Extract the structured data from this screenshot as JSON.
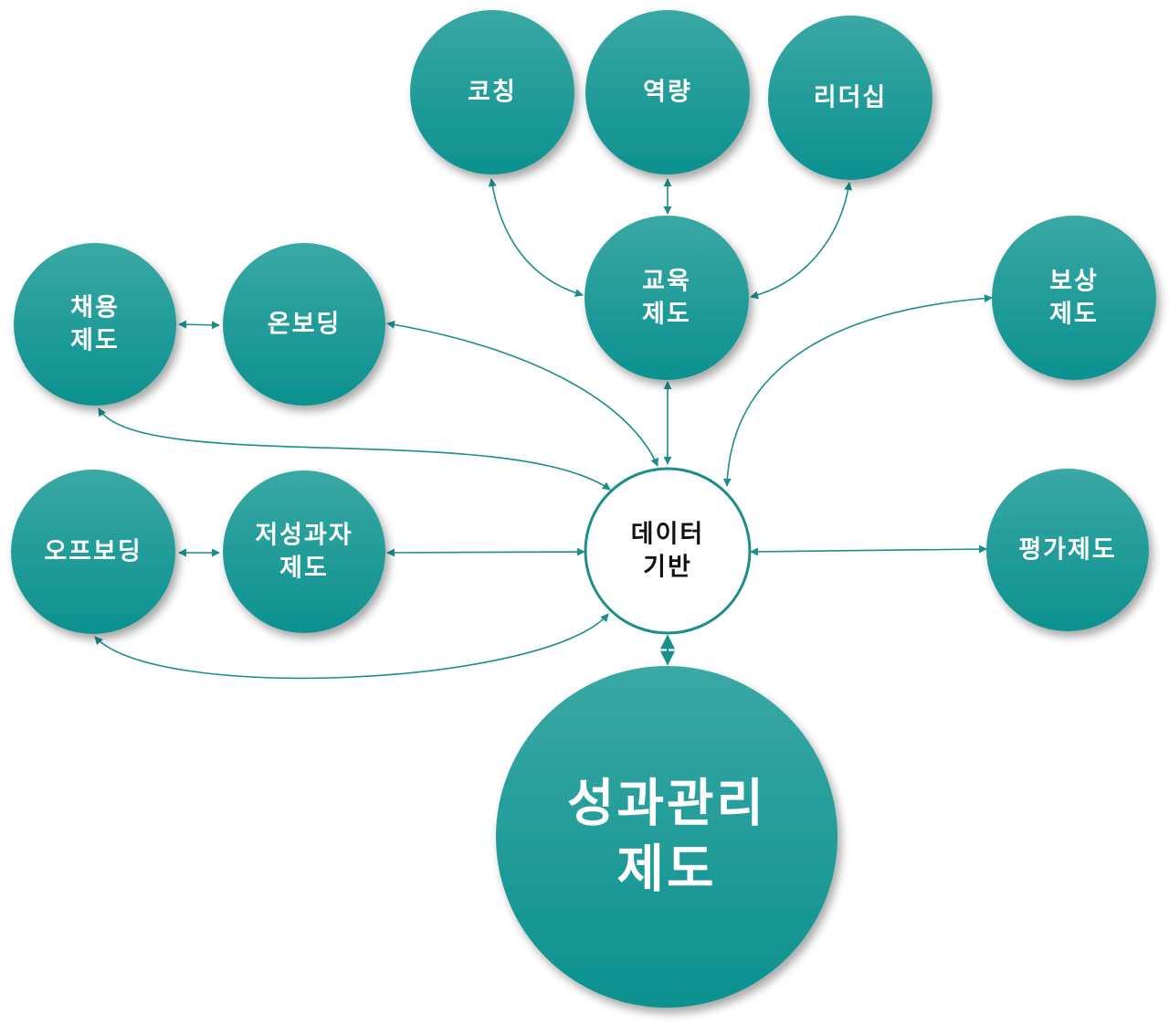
{
  "colors": {
    "node_fill_top": "#3aa8a4",
    "node_fill_bottom": "#0c918f",
    "center_fill": "#ffffff",
    "center_stroke": "#1a8e8a",
    "connector": "#1a8e8a",
    "center_text": "#111111",
    "node_text": "#ffffff"
  },
  "nodes": {
    "coaching": {
      "lines": [
        "코칭"
      ]
    },
    "competency": {
      "lines": [
        "역량"
      ]
    },
    "leadership": {
      "lines": [
        "리더십"
      ]
    },
    "education": {
      "lines": [
        "교육",
        "제도"
      ]
    },
    "hiring": {
      "lines": [
        "채용",
        "제도"
      ]
    },
    "onboarding": {
      "lines": [
        "온보딩"
      ]
    },
    "compensation": {
      "lines": [
        "보상",
        "제도"
      ]
    },
    "offboarding": {
      "lines": [
        "오프보딩"
      ]
    },
    "low_performer": {
      "lines": [
        "저성과자",
        "제도"
      ]
    },
    "data_based": {
      "lines": [
        "데이터",
        "기반"
      ]
    },
    "evaluation": {
      "lines": [
        "평가제도"
      ]
    },
    "performance_mgmt": {
      "lines": [
        "성과관리",
        "제도"
      ]
    }
  }
}
